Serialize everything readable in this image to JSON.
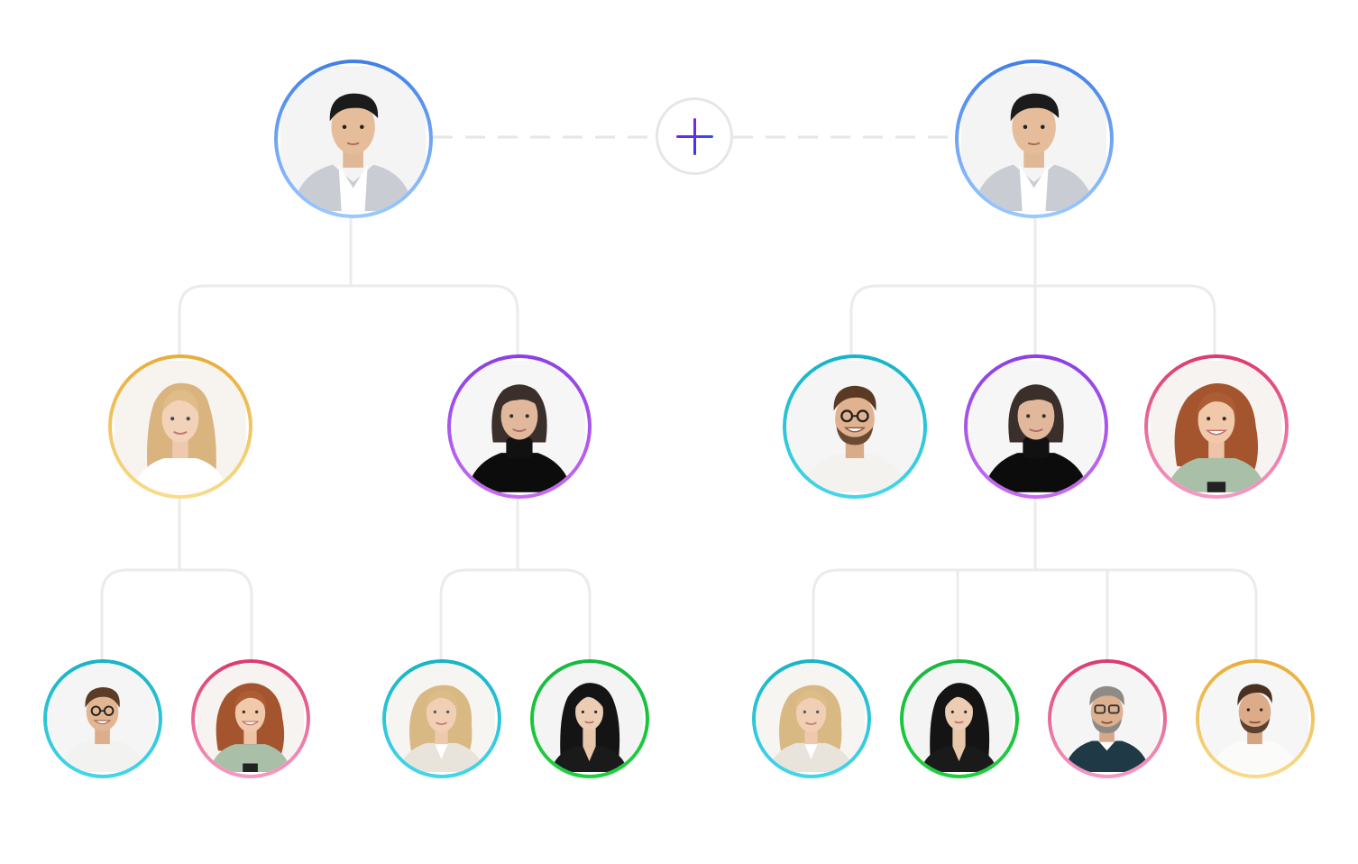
{
  "diagram": {
    "type": "org-chart",
    "add_button": {
      "icon": "plus-icon",
      "color_start": "#7a1fe6",
      "color_end": "#2a52f0"
    },
    "trees": [
      {
        "root": {
          "id": "L-root",
          "avatar": "man-asian-suit",
          "ring": "blue"
        },
        "children": [
          {
            "id": "L-a",
            "avatar": "woman-blonde-long",
            "ring": "yellow",
            "children": [
              {
                "id": "L-a1",
                "avatar": "man-glasses-smile",
                "ring": "cyan"
              },
              {
                "id": "L-a2",
                "avatar": "woman-curly-red",
                "ring": "pink"
              }
            ]
          },
          {
            "id": "L-b",
            "avatar": "woman-black-turtleneck",
            "ring": "purple",
            "children": [
              {
                "id": "L-b1",
                "avatar": "woman-blonde-wavy",
                "ring": "cyan"
              },
              {
                "id": "L-b2",
                "avatar": "woman-asian-black-hair",
                "ring": "green"
              }
            ]
          }
        ]
      },
      {
        "root": {
          "id": "R-root",
          "avatar": "man-asian-suit",
          "ring": "blue"
        },
        "children": [
          {
            "id": "R-a",
            "avatar": "man-glasses-beard",
            "ring": "cyan"
          },
          {
            "id": "R-b",
            "avatar": "woman-black-turtleneck",
            "ring": "purple",
            "children": [
              {
                "id": "R-b1",
                "avatar": "woman-blonde-wavy",
                "ring": "cyan"
              },
              {
                "id": "R-b2",
                "avatar": "woman-asian-black-hair",
                "ring": "green"
              },
              {
                "id": "R-b3",
                "avatar": "man-gray-glasses",
                "ring": "pink"
              },
              {
                "id": "R-b4",
                "avatar": "man-beard-stubble",
                "ring": "yellow"
              }
            ]
          },
          {
            "id": "R-c",
            "avatar": "woman-curly-red",
            "ring": "pink"
          }
        ]
      }
    ],
    "ring_colors": {
      "blue": [
        "#3f7fe6",
        "#9cc8ff"
      ],
      "yellow": [
        "#e8ad3a",
        "#f8dc8c"
      ],
      "purple": [
        "#8a3fe6",
        "#c76cf0"
      ],
      "cyan": [
        "#15b4c6",
        "#44d6ea"
      ],
      "pink": [
        "#dc3a6e",
        "#f59ac4"
      ],
      "green": [
        "#18b840",
        "#1fcf3e"
      ]
    },
    "connector_color": "#ebebeb"
  }
}
